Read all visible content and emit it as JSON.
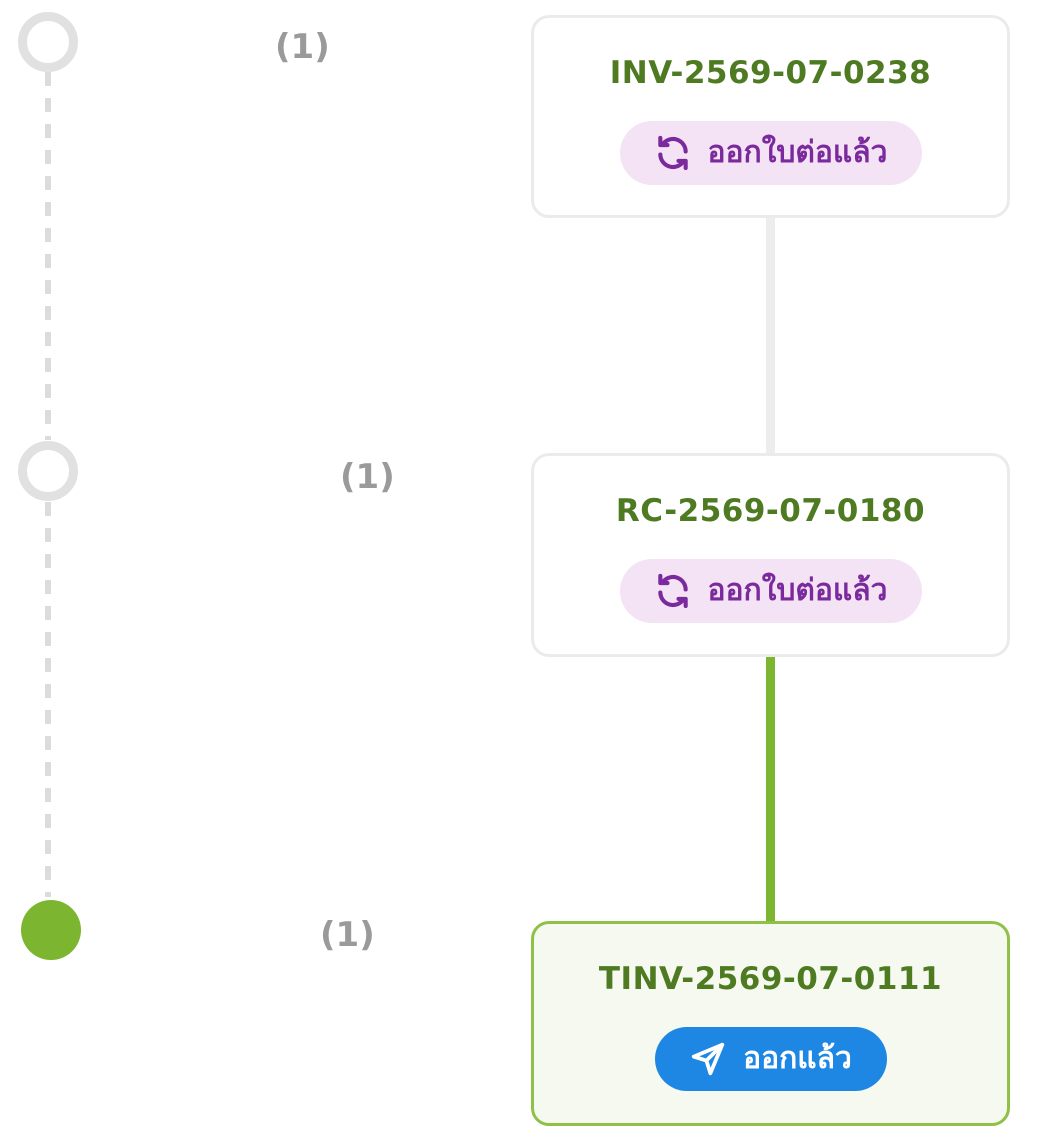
{
  "timeline": {
    "steps": [
      {
        "count": "(1)",
        "state": "pending"
      },
      {
        "count": "(1)",
        "state": "pending"
      },
      {
        "count": "(1)",
        "state": "done"
      }
    ]
  },
  "documents": [
    {
      "number": "INV-2569-07-0238",
      "status_label": "ออกใบต่อแล้ว",
      "status_icon": "refresh-icon"
    },
    {
      "number": "RC-2569-07-0180",
      "status_label": "ออกใบต่อแล้ว",
      "status_icon": "refresh-icon"
    },
    {
      "number": "TINV-2569-07-0111",
      "status_label": "ออกแล้ว",
      "status_icon": "send-icon"
    }
  ],
  "colors": {
    "accent_green": "#7cb52f",
    "doc_number": "#4e7a21",
    "renewed_badge_bg": "#f4e2f5",
    "renewed_badge_text": "#7a2a9c",
    "issued_badge_bg": "#1e86e3",
    "issued_badge_text": "#ffffff"
  }
}
